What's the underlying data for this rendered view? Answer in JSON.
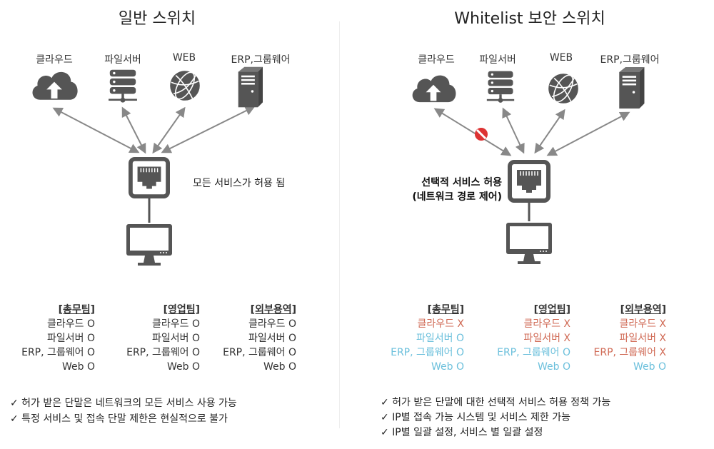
{
  "left": {
    "title": "일반 스위치",
    "services": [
      "클라우드",
      "파일서버",
      "WEB",
      "ERP,그룹웨어"
    ],
    "switch_note": "모든 서비스가 허용 됨",
    "teams": [
      {
        "name": "[총무팀]",
        "rows": [
          {
            "text": "클라우드 O",
            "status": "neutral"
          },
          {
            "text": "파일서버 O",
            "status": "neutral"
          },
          {
            "text": "ERP, 그룹웨어 O",
            "status": "neutral"
          },
          {
            "text": "Web O",
            "status": "neutral"
          }
        ]
      },
      {
        "name": "[영업팀]",
        "rows": [
          {
            "text": "클라우드 O",
            "status": "neutral"
          },
          {
            "text": "파일서버 O",
            "status": "neutral"
          },
          {
            "text": "ERP, 그룹웨어 O",
            "status": "neutral"
          },
          {
            "text": "Web O",
            "status": "neutral"
          }
        ]
      },
      {
        "name": "[외부용역]",
        "rows": [
          {
            "text": "클라우드 O",
            "status": "neutral"
          },
          {
            "text": "파일서버 O",
            "status": "neutral"
          },
          {
            "text": "ERP, 그룹웨어 O",
            "status": "neutral"
          },
          {
            "text": "Web O",
            "status": "neutral"
          }
        ]
      }
    ],
    "checks": [
      "✓  허가 받은 단말은 네트워크의 모든 서비스 사용 가능",
      "✓  특정 서비스 및 접속 단말 제한은 현실적으로 불가"
    ]
  },
  "right": {
    "title": "Whitelist 보안 스위치",
    "services": [
      "클라우드",
      "파일서버",
      "WEB",
      "ERP,그룹웨어"
    ],
    "switch_note": [
      "선택적 서비스 허용",
      "(네트워크 경로 제어)"
    ],
    "teams": [
      {
        "name": "[총무팀]",
        "rows": [
          {
            "text": "클라우드 X",
            "status": "deny"
          },
          {
            "text": "파일서버 O",
            "status": "allow"
          },
          {
            "text": "ERP, 그룹웨어 O",
            "status": "allow"
          },
          {
            "text": "Web O",
            "status": "allow"
          }
        ]
      },
      {
        "name": "[영업팀]",
        "rows": [
          {
            "text": "클라우드 X",
            "status": "deny"
          },
          {
            "text": "파일서버 X",
            "status": "deny"
          },
          {
            "text": "ERP, 그룹웨어 O",
            "status": "allow"
          },
          {
            "text": "Web O",
            "status": "allow"
          }
        ]
      },
      {
        "name": "[외부용역]",
        "rows": [
          {
            "text": "클라우드 X",
            "status": "deny"
          },
          {
            "text": "파일서버 X",
            "status": "deny"
          },
          {
            "text": "ERP, 그룹웨어 X",
            "status": "deny"
          },
          {
            "text": "Web O",
            "status": "allow"
          }
        ]
      }
    ],
    "checks": [
      "✓ 허가 받은 단말에 대한 선택적 서비스 허용 정책 가능",
      "✓ IP별 접속 가능 시스템 및 서비스 제한 가능",
      "✓ IP별 일괄 설정, 서비스 별 일괄 설정"
    ]
  },
  "colors": {
    "icon": "#555555",
    "deny": "#d06a55",
    "allow": "#6cc0dc",
    "arrow": "#888888"
  }
}
